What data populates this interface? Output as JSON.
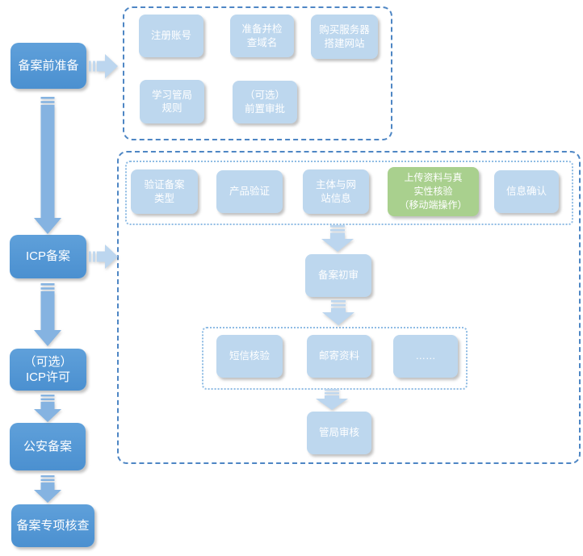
{
  "left_flow": [
    "备案前准备",
    "ICP备案",
    "（可选）\nICP许可",
    "公安备案",
    "备案专项核查"
  ],
  "prep_group": {
    "items": [
      "注册账号",
      "准备并检\n查域名",
      "购买服务器\n搭建网站",
      "学习管局\n规则",
      "（可选）\n前置审批"
    ]
  },
  "icp_group": {
    "flow_row": [
      "验证备案\n类型",
      "产品验证",
      "主体与网\n站信息",
      "上传资料与真\n实性核验\n（移动端操作）",
      "信息确认"
    ],
    "initial_review": "备案初审",
    "verification_options": [
      "短信核验",
      "邮寄资料",
      "……"
    ],
    "authority_review": "管局审核"
  },
  "colors": {
    "primary_node": "#5b9bd5",
    "secondary_node": "#bdd7ee",
    "highlight_node": "#a9d08e",
    "dashed_border": "#4e86c4",
    "dotted_border": "#8fbce4",
    "arrow_dark": "#85b3e1",
    "arrow_light": "#bcd6ef",
    "node_text": "#ffffff"
  }
}
